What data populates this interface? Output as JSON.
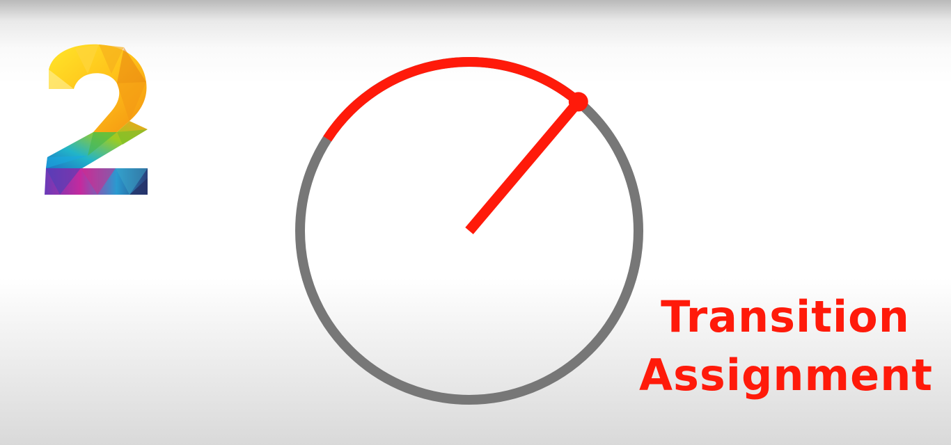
{
  "badge": {
    "digit": "2"
  },
  "caption": {
    "line1": "Transition",
    "line2": "Assignment"
  },
  "dial": {
    "progress": 0.27
  },
  "colors": {
    "accent": "#ff1a0a",
    "track": "#777777",
    "background": "#ffffff"
  }
}
